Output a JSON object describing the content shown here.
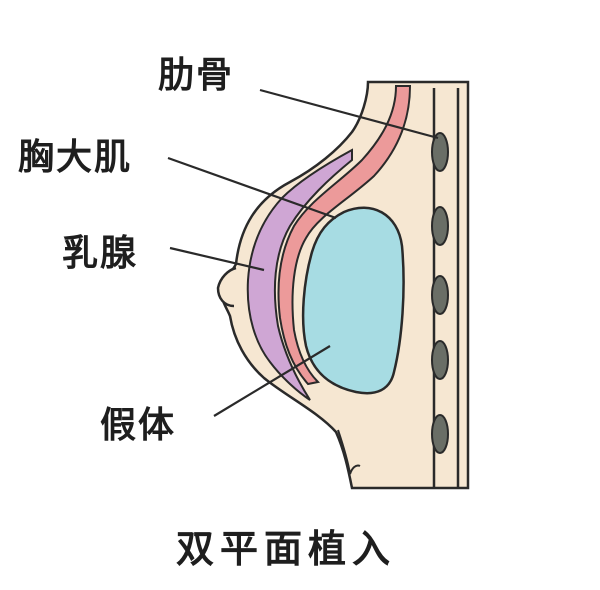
{
  "labels": {
    "rib": "肋骨",
    "pectoralis": "胸大肌",
    "gland": "乳腺",
    "implant": "假体"
  },
  "title": "双平面植入",
  "colors": {
    "skin": "#f6e7d2",
    "rib_bone": "#6a6e66",
    "muscle": "#ec9a9a",
    "gland": "#cfa6d4",
    "implant": "#a7dce3",
    "outline": "#2a2a2a",
    "background": "#ffffff"
  }
}
